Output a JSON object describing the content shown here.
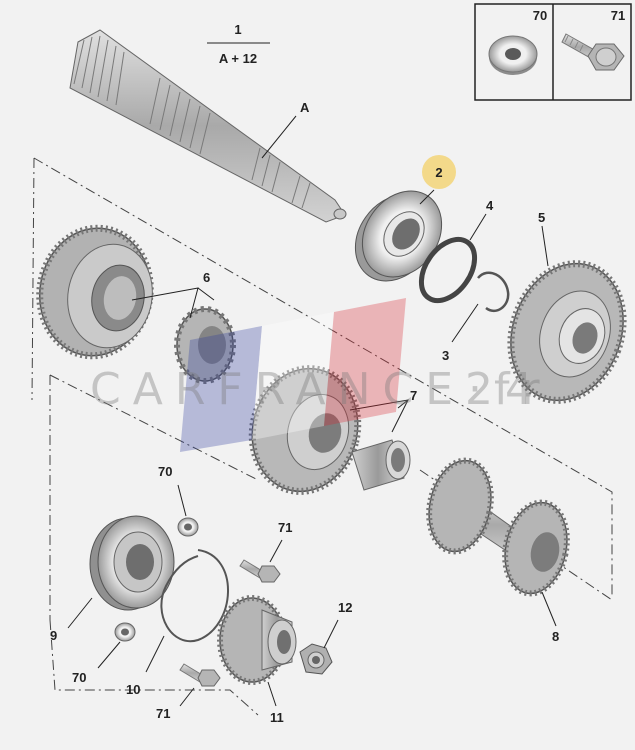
{
  "kit_header": {
    "number": "1",
    "formula": "A + 12"
  },
  "legend": [
    {
      "number": "70",
      "icon": "washer-icon"
    },
    {
      "number": "71",
      "icon": "bolt-icon"
    }
  ],
  "callouts": {
    "shaft": "A",
    "bearing": "2",
    "shim": "4",
    "circlip": "3",
    "gear_5": "5",
    "hub_6": "6",
    "gear_7": "7",
    "cluster_gear": "8",
    "rear_bearing": "9",
    "retaining_ring": "10",
    "gear_11": "11",
    "nut": "12",
    "washer_top": "70",
    "washer_bottom": "70",
    "bolt_top": "71",
    "bolt_bottom": "71"
  },
  "highlight_color": "#f3d98a",
  "watermark": {
    "text": "CARFRANCE24",
    "suffix": "·fr",
    "flag_colors": [
      "#2b3a9a",
      "#ffffff",
      "#d8242f"
    ]
  }
}
